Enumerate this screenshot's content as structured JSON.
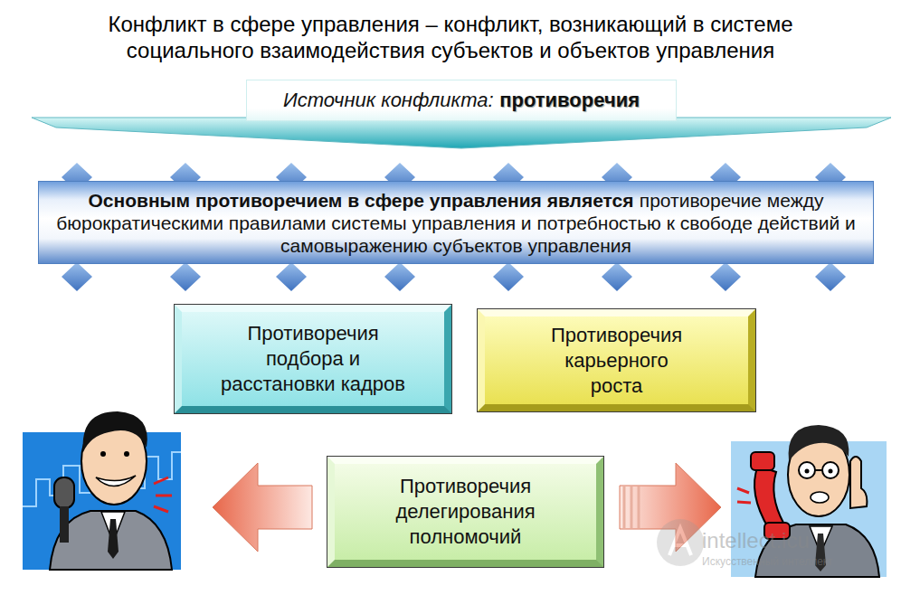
{
  "diagram": {
    "title": "Конфликт в сфере управления – конфликт, возникающий в системе социального взаимодействия субъектов и объектов управления",
    "nodes": [
      {
        "text": [
          "Источник конфликта:",
          "противоречия"
        ]
      },
      {
        "text": [
          "Основным противоречием в сфере управления является",
          "противоречие между бюрократическими правилами системы управления и потребностью к свободе действий и самовыражению субъектов управления"
        ]
      },
      {
        "text": [
          "Противоречия подбора и расстановки кадров"
        ]
      },
      {
        "text": [
          "Противоречия карьерного роста"
        ]
      },
      {
        "text": [
          "Противоречия делегирования полномочий"
        ]
      }
    ],
    "labels": [
      "intellect.icu",
      "Искусственный интеллект"
    ]
  }
}
